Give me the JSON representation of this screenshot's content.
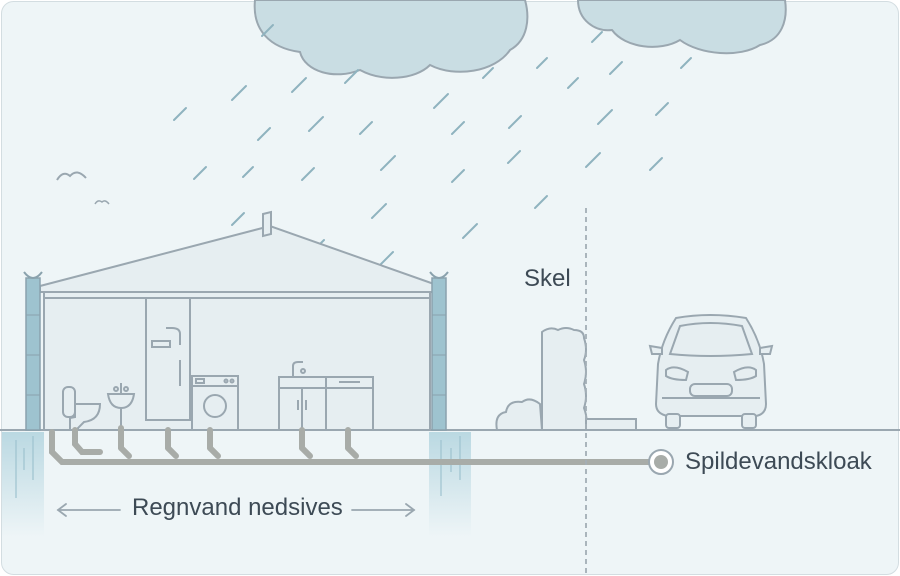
{
  "labels": {
    "property_line": "Skel",
    "sewer": "Spildevandskloak",
    "rainwater": "Regnvand nedsives"
  },
  "icons": [
    "cloud-icon",
    "rain-icon",
    "bird-icon",
    "house-icon",
    "toilet-icon",
    "sink-icon",
    "shower-icon",
    "washing-machine-icon",
    "kitchen-cabinet-icon",
    "downpipe-icon",
    "hedge-icon",
    "car-icon",
    "manhole-icon"
  ],
  "colors": {
    "background": "#eef5f7",
    "outline": "#9aa7b0",
    "house_fill": "#e6eef1",
    "cloud": "#c9dde3",
    "rain": "#8fb3bf",
    "pipe": "#a8aca8",
    "downpipe": "#9ec3cf",
    "text": "#3d4a55"
  }
}
